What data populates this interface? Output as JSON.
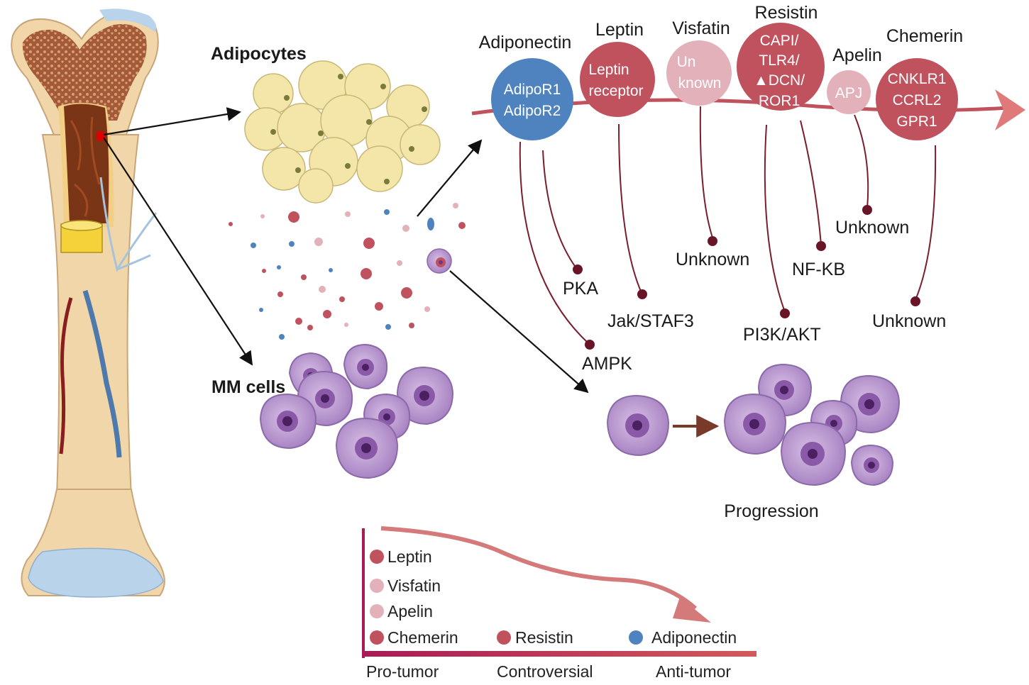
{
  "labels": {
    "adipocytes": "Adipocytes",
    "mm_cells": "MM cells",
    "progression": "Progression"
  },
  "adipokines": [
    {
      "name": "Adiponectin",
      "receptor_lines": [
        "AdipoR1",
        "AdipoR2"
      ],
      "color": "#4f83bf"
    },
    {
      "name": "Leptin",
      "receptor_lines": [
        "Leptin",
        "receptor"
      ],
      "color": "#c0525e"
    },
    {
      "name": "Visfatin",
      "receptor_lines": [
        "Un",
        "known"
      ],
      "color": "#e2b1ba"
    },
    {
      "name": "Resistin",
      "receptor_lines": [
        "CAPI/",
        "TLR4/",
        "▲DCN/",
        "ROR1"
      ],
      "color": "#c0525e"
    },
    {
      "name": "Apelin",
      "receptor_lines": [
        "APJ"
      ],
      "color": "#e2b1ba"
    },
    {
      "name": "Chemerin",
      "receptor_lines": [
        "CNKLR1",
        "CCRL2",
        "GPR1"
      ],
      "color": "#c0525e"
    }
  ],
  "pathways": [
    "PKA",
    "AMPK",
    "Jak/STAF3",
    "Unknown",
    "PI3K/AKT",
    "NF-KB",
    "Unknown",
    "Unknown"
  ],
  "legend": {
    "items": [
      {
        "name": "Leptin",
        "color": "#c0525e"
      },
      {
        "name": "Visfatin",
        "color": "#e2b1ba"
      },
      {
        "name": "Apelin",
        "color": "#e2b1ba"
      },
      {
        "name": "Chemerin",
        "color": "#c0525e"
      },
      {
        "name": "Resistin",
        "color": "#c0525e"
      },
      {
        "name": "Adiponectin",
        "color": "#4f83bf"
      }
    ],
    "axis": [
      "Pro-tumor",
      "Controversial",
      "Anti-tumor"
    ]
  },
  "colors": {
    "pro": "#c0525e",
    "light": "#e2b1ba",
    "anti": "#4f83bf",
    "bone": "#f0d6a8",
    "marrow": "#7a3416",
    "adipocyte": "#f4e6a8",
    "mm_cell": "#b792cc",
    "mm_nucleus": "#6a3a86"
  }
}
